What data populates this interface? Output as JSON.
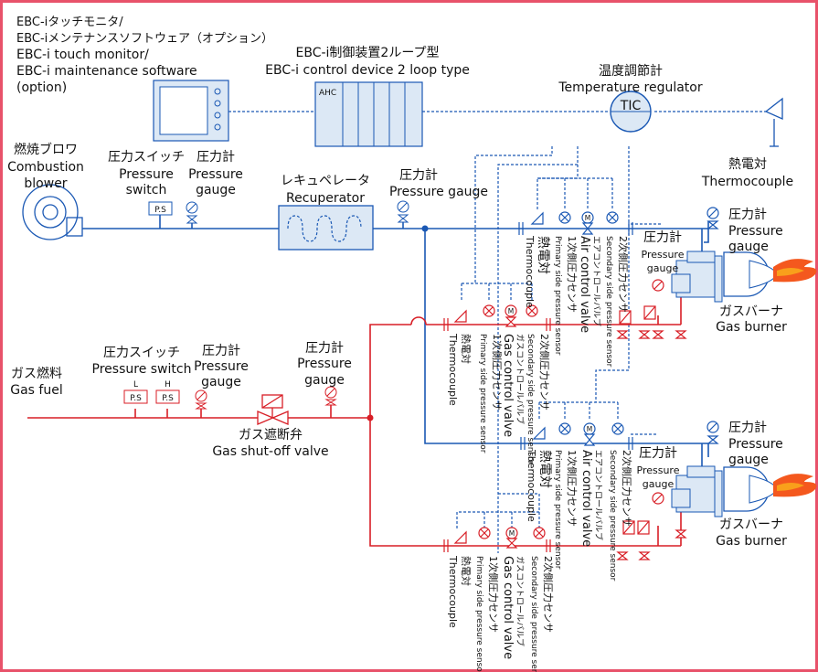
{
  "colors": {
    "frame": "#e8526a",
    "air_line": "#1a58b4",
    "gas_line": "#d81e26",
    "signal": "#1a58b4",
    "flame_outer": "#f4581e",
    "flame_inner": "#f9a01b",
    "device_fill": "#dce8f5"
  },
  "labels": {
    "touch_monitor": [
      "EBC-iタッチモニタ/",
      "EBC-iメンテナンスソフトウェア（オプション）",
      "EBC-i touch monitor/",
      "EBC-i maintenance software",
      "(option)"
    ],
    "control_device": [
      "EBC-i制御装置2ループ型",
      "EBC-i control device 2 loop type"
    ],
    "ahc": "AHC",
    "temp_regulator": [
      "温度調節計",
      "Temperature regulator"
    ],
    "tic": "TIC",
    "thermocouple_top": [
      "熱電対",
      "Thermocouple"
    ],
    "combustion_blower": [
      "燃焼ブロワ",
      "Combustion",
      "blower"
    ],
    "air_pressure_switch": [
      "圧力スイッチ",
      "Pressure",
      "switch"
    ],
    "air_pressure_gauge": [
      "圧力計",
      "Pressure",
      "gauge"
    ],
    "ps": "P.S",
    "recuperator": [
      "レキュペレータ",
      "Recuperator"
    ],
    "recup_pressure_gauge": [
      "圧力計",
      "Pressure gauge"
    ],
    "gas_fuel": [
      "ガス燃料",
      "Gas fuel"
    ],
    "gas_pressure_switch": [
      "圧力スイッチ",
      "Pressure switch"
    ],
    "ps_low": "L",
    "ps_high": "H",
    "gas_pressure_gauge1": [
      "圧力計",
      "Pressure",
      "gauge"
    ],
    "gas_pressure_gauge2": [
      "圧力計",
      "Pressure",
      "gauge"
    ],
    "shutoff_valve": [
      "ガス遮断弁",
      "Gas shut-off valve"
    ],
    "burner_top_gauge": [
      "圧力計",
      "Pressure",
      "gauge"
    ],
    "burner_side_gauge": [
      "圧力計",
      "Pressure",
      "gauge"
    ],
    "gas_burner": [
      "ガスバーナ",
      "Gas burner"
    ],
    "m": "M",
    "air_sensors": {
      "thermocouple": [
        "熱電対",
        "Thermocouple"
      ],
      "primary": [
        "1次側圧力センサ",
        "Primary side pressure sensor"
      ],
      "valve": [
        "エアコントロールバルブ",
        "Air control valve"
      ],
      "secondary": [
        "2次側圧力センサ",
        "Secondary side pressure sensor"
      ]
    },
    "gas_sensors": {
      "thermocouple": [
        "熱電対",
        "Thermocouple"
      ],
      "primary": [
        "1次側圧力センサ",
        "Primary side pressure sensor"
      ],
      "valve": [
        "ガスコントロールバルブ",
        "Gas control valve"
      ],
      "secondary": [
        "2次側圧力センサ",
        "Secondary side pressure sensor"
      ]
    }
  }
}
